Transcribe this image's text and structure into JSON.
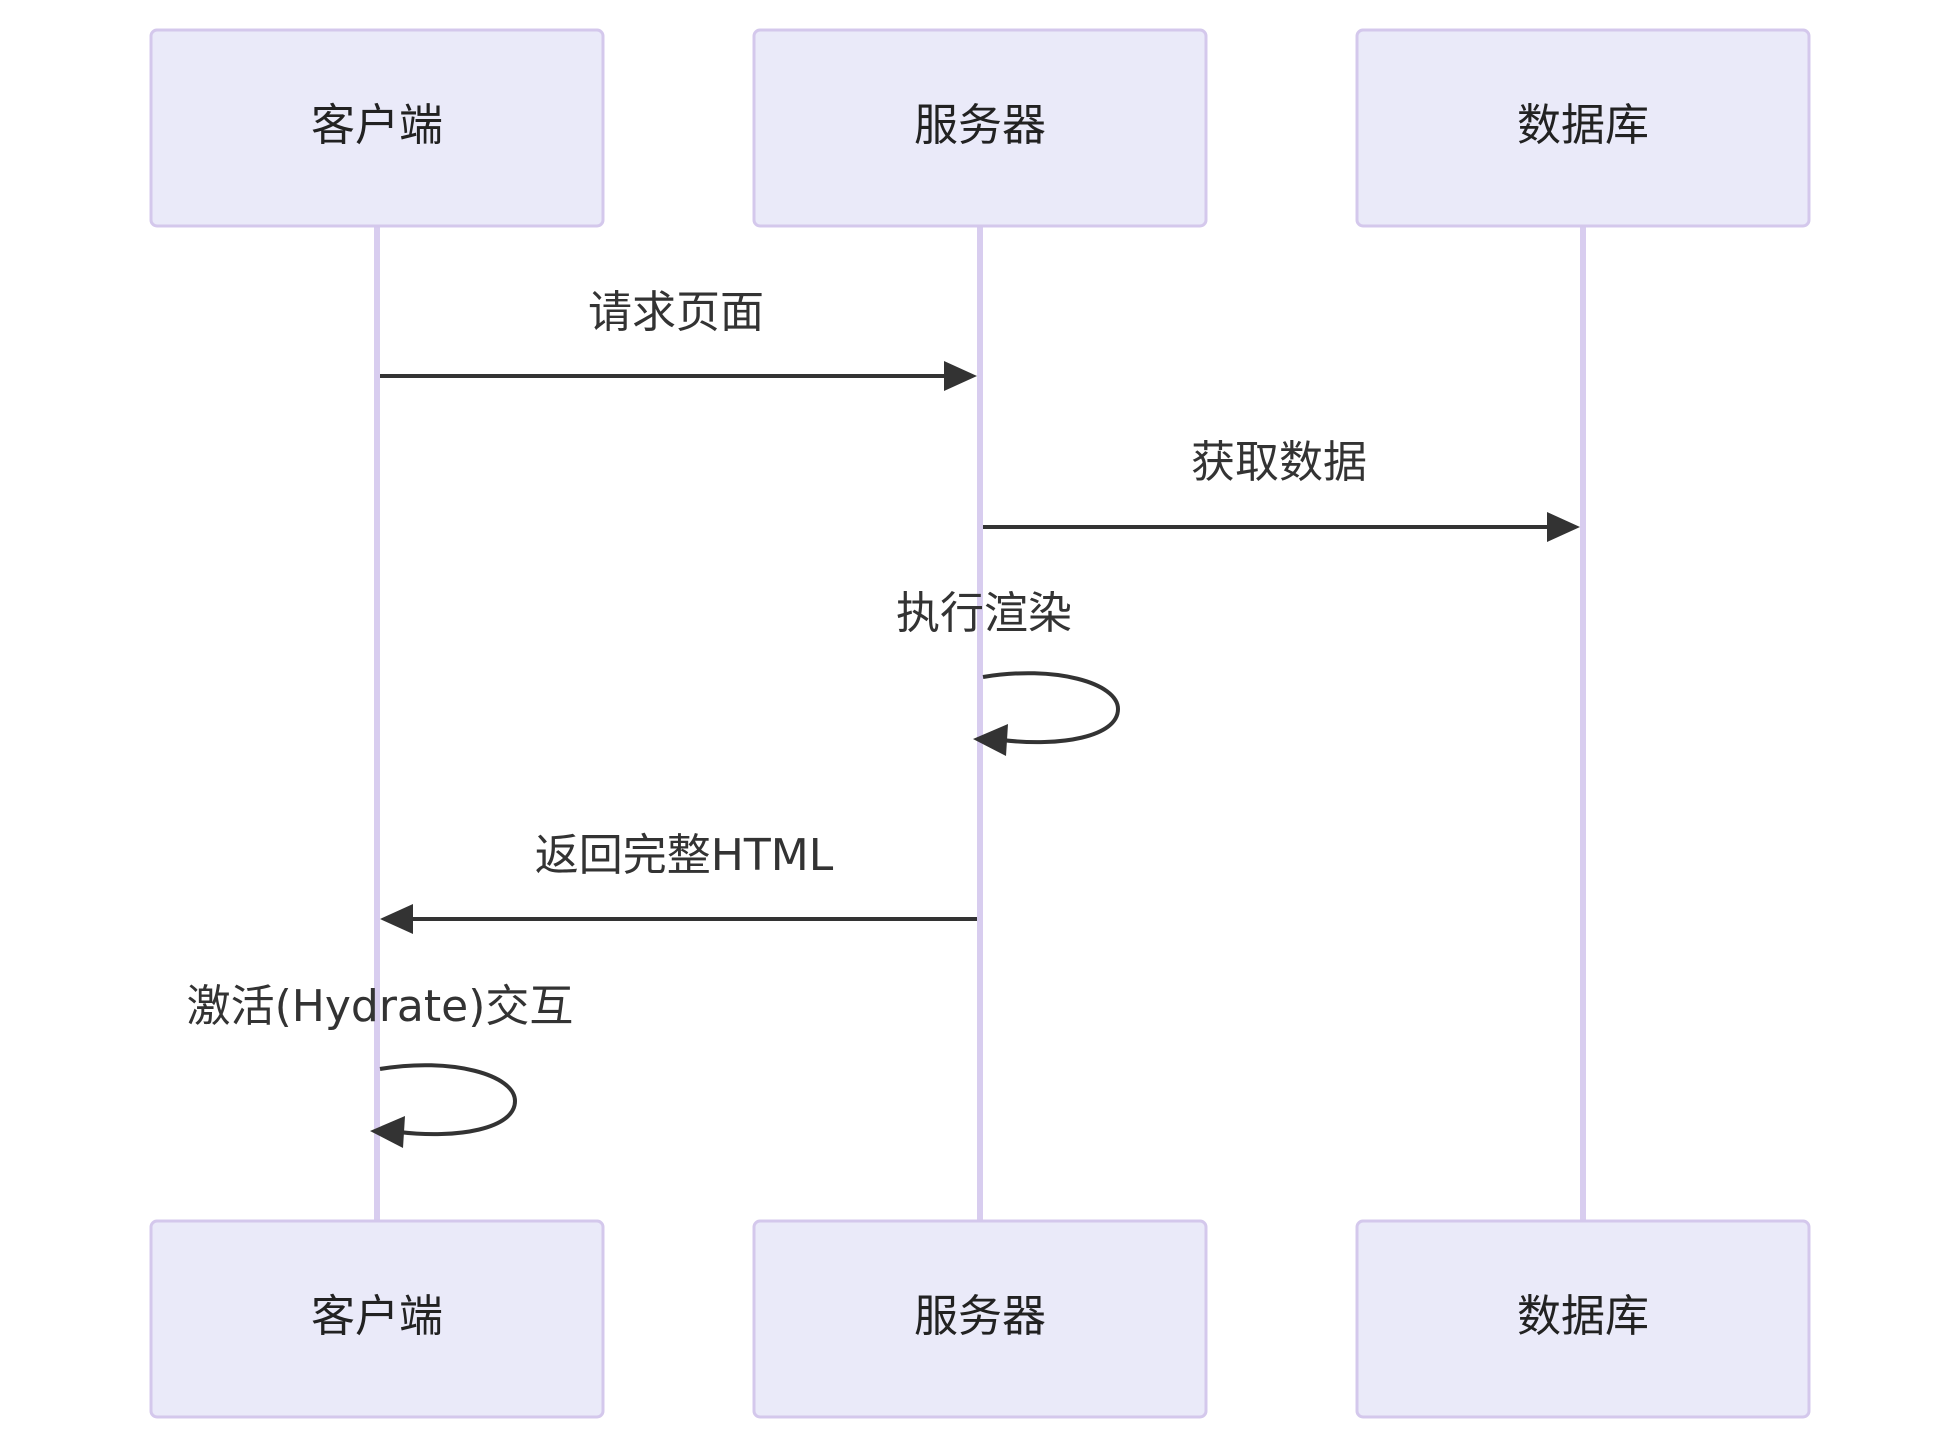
{
  "actors": [
    {
      "id": "client",
      "label": "客户端"
    },
    {
      "id": "server",
      "label": "服务器"
    },
    {
      "id": "database",
      "label": "数据库"
    }
  ],
  "messages": [
    {
      "from": "client",
      "to": "server",
      "label": "请求页面"
    },
    {
      "from": "server",
      "to": "database",
      "label": "获取数据"
    },
    {
      "from": "server",
      "to": "server",
      "label": "执行渲染"
    },
    {
      "from": "server",
      "to": "client",
      "label": "返回完整HTML"
    },
    {
      "from": "client",
      "to": "client",
      "label": "激活(Hydrate)交互"
    }
  ],
  "colors": {
    "actor_fill": "#eaeaf9",
    "actor_border": "#d4c8ec",
    "lifeline": "#d8cdef",
    "arrow": "#333333",
    "text": "#333333"
  }
}
